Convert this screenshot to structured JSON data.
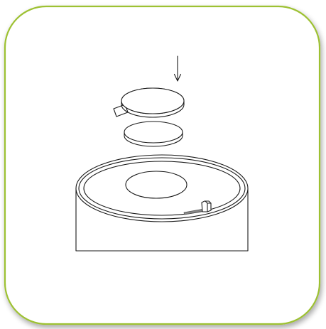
{
  "card": {
    "border_color": "#9dc131",
    "background": "#ffffff",
    "shadow_color": "#c7c7c7"
  },
  "illustration": {
    "stroke_color": "#1a1a1a",
    "fill_color": "#ffffff",
    "accent_color": "#888888",
    "subject": "battery-insertion-diagram",
    "parts": [
      "arrow-icon",
      "adhesive-battery-disc",
      "coin-battery",
      "battery-compartment",
      "contact-tab"
    ]
  }
}
